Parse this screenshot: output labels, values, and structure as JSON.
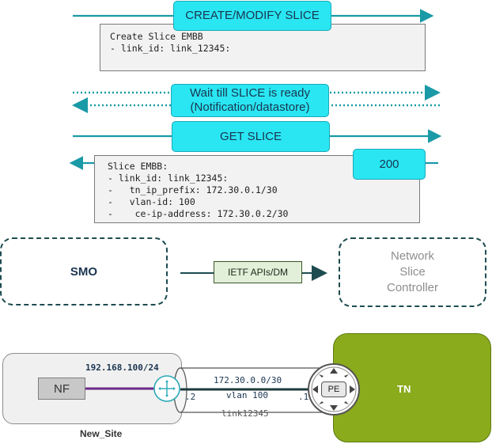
{
  "sequence": {
    "create_label": "CREATE/MODIFY SLICE",
    "create_code": [
      "Create Slice EMBB",
      "- link_id: link_12345:"
    ],
    "wait_label_line1": "Wait till SLICE is ready",
    "wait_label_line2": "(Notification/datastore)",
    "get_label": "GET SLICE",
    "response_code": [
      "Slice EMBB:",
      "- link_id: link_12345:",
      "-   tn_ip_prefix: 172.30.0.1/30",
      "-   vlan-id: 100",
      "-    ce-ip-address: 172.30.0.2/30"
    ],
    "status_label": "200"
  },
  "architecture": {
    "smo_label": "SMO",
    "api_label": "IETF APIs/DM",
    "nsc_label_line1": "Network",
    "nsc_label_line2": "Slice",
    "nsc_label_line3": "Controller"
  },
  "topology": {
    "site_ip": "192.168.100/24",
    "nf_label": "NF",
    "site_label": "New_Site",
    "link_prefix": "172.30.0.0/30",
    "vlan_label": "vlan 100",
    "left_suffix": ".2",
    "right_suffix": ".1",
    "link_name": "link12345",
    "pe_label": "PE",
    "tn_label": "TN"
  },
  "colors": {
    "accent_cyan": "#29e6f2",
    "arrow_teal": "#1a9aa6",
    "dashed_border": "#1d4c50",
    "api_box": "#e2efd9",
    "tn_green": "#8aab1c",
    "nf_link_purple": "#6b2a8a"
  }
}
